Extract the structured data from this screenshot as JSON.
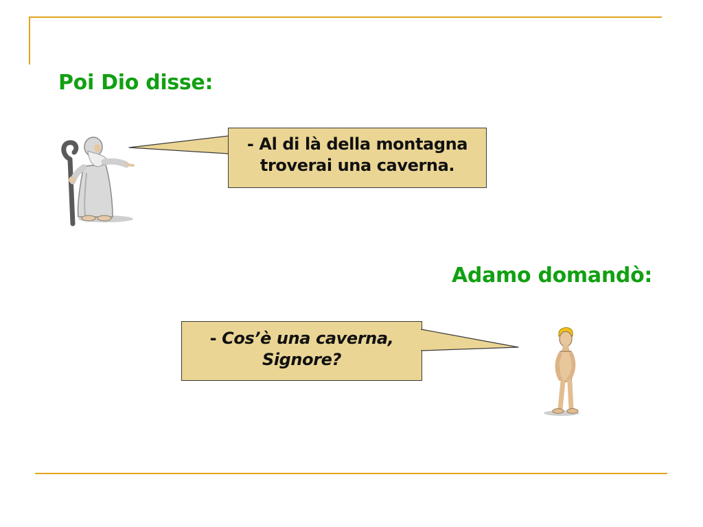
{
  "slide": {
    "god_heading": "Poi Dio disse:",
    "god_bubble_line1": "- Al di là della montagna",
    "god_bubble_line2": "troverai una caverna.",
    "adam_heading": "Adamo domandò:",
    "adam_bubble_dash": "- ",
    "adam_bubble_line1": "Cos’è una caverna,",
    "adam_bubble_line2": "Signore?"
  },
  "colors": {
    "heading": "#12a012",
    "bubble_fill": "#ead594",
    "bubble_border": "#3a3a3a",
    "accent_line": "#e0a419"
  },
  "figures": {
    "left": "old-man-with-staff-figure",
    "right": "adam-figure"
  }
}
